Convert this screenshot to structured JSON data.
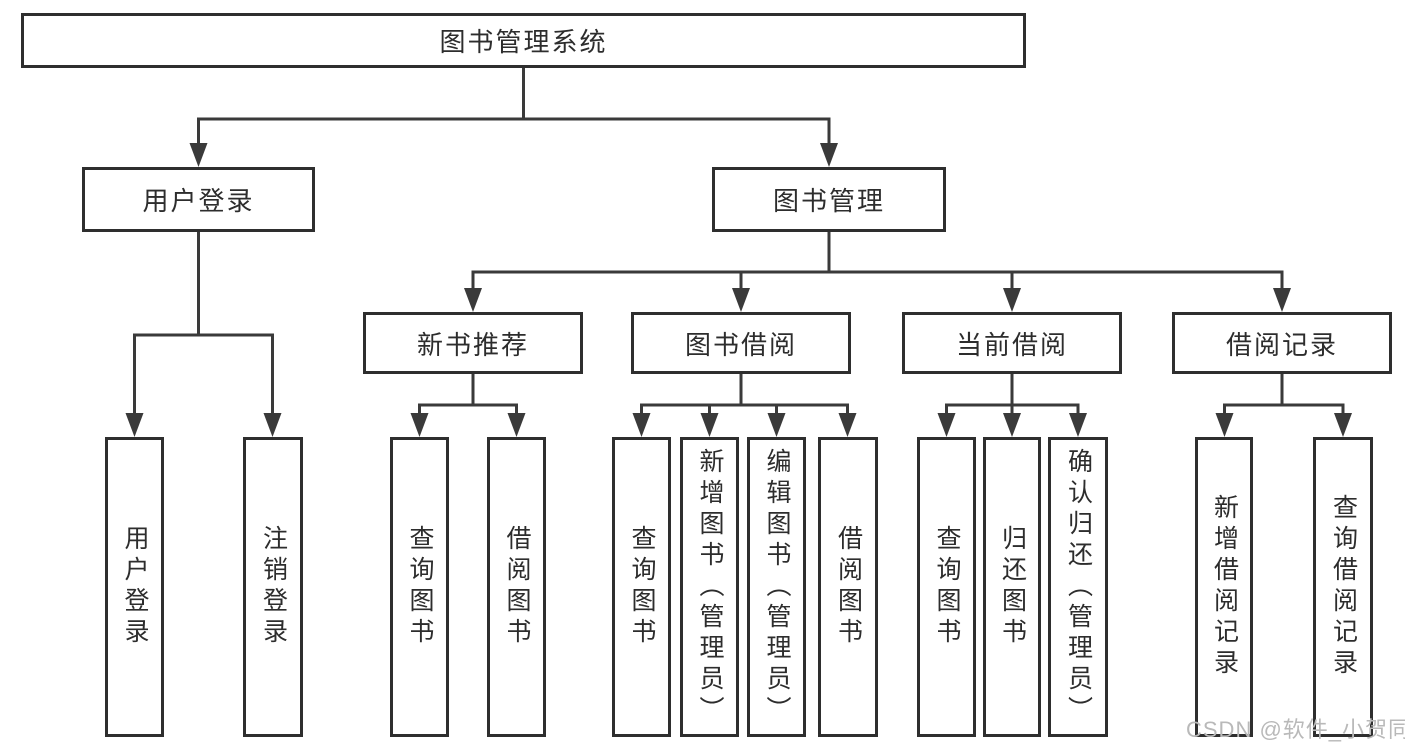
{
  "title": "图书管理系统",
  "watermark": "CSDN @软件_小贺同学",
  "colors": {
    "line": "#3a3a3a",
    "box_border": "#2e2e2e",
    "text": "#2d2d2d",
    "watermark": "#b9b9b9",
    "background": "#ffffff"
  },
  "tree": {
    "label": "图书管理系统",
    "children": [
      {
        "label": "用户登录",
        "children": [
          {
            "label": "用户登录"
          },
          {
            "label": "注销登录"
          }
        ]
      },
      {
        "label": "图书管理",
        "children": [
          {
            "label": "新书推荐",
            "children": [
              {
                "label": "查询图书"
              },
              {
                "label": "借阅图书"
              }
            ]
          },
          {
            "label": "图书借阅",
            "children": [
              {
                "label": "查询图书"
              },
              {
                "label": "新增图书（管理员）"
              },
              {
                "label": "编辑图书（管理员）"
              },
              {
                "label": "借阅图书"
              }
            ]
          },
          {
            "label": "当前借阅",
            "children": [
              {
                "label": "查询图书"
              },
              {
                "label": "归还图书"
              },
              {
                "label": "确认归还（管理员）"
              }
            ]
          },
          {
            "label": "借阅记录",
            "children": [
              {
                "label": "新增借阅记录"
              },
              {
                "label": "查询借阅记录"
              }
            ]
          }
        ]
      }
    ]
  }
}
